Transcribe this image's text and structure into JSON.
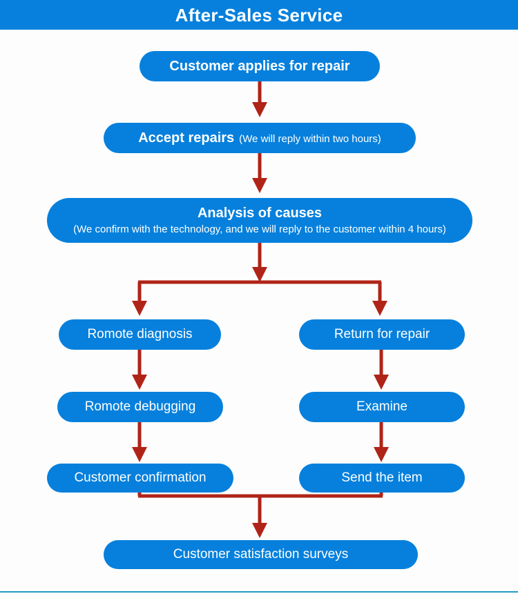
{
  "header": {
    "title": "After-Sales Service"
  },
  "colors": {
    "header_blue": "#0680DC",
    "node_blue": "#0680DC",
    "node_text": "#ffffff",
    "arrow_red": "#B02418",
    "bottom_rule": "#1F9BC4",
    "page_background": "#fdfdfd"
  },
  "flow": {
    "step1": {
      "label": "Customer applies for repair"
    },
    "step2": {
      "label": "Accept repairs",
      "note": "(We will reply within two hours)"
    },
    "step3": {
      "label": "Analysis of causes",
      "note": "(We confirm with the technology, and we will reply to the customer within 4 hours)"
    },
    "branch_left": {
      "step1": "Romote diagnosis",
      "step2": "Romote debugging",
      "step3": "Customer confirmation"
    },
    "branch_right": {
      "step1": "Return for repair",
      "step2": "Examine",
      "step3": "Send the item"
    },
    "final": {
      "label": "Customer satisfaction surveys"
    }
  },
  "connectors": {
    "arrow_1_label": "down-arrow",
    "arrow_2_label": "down-arrow",
    "arrow_3_label": "down-arrow",
    "split_label": "split-connector",
    "arrow_left_1_label": "down-arrow",
    "arrow_left_2_label": "down-arrow",
    "arrow_right_1_label": "down-arrow",
    "arrow_right_2_label": "down-arrow",
    "merge_label": "merge-connector"
  }
}
